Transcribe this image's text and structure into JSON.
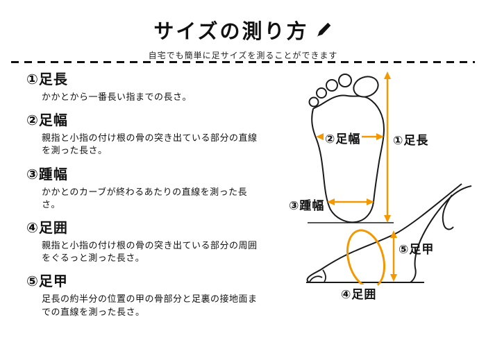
{
  "header": {
    "title": "サイズの測り方",
    "subtitle": "自宅でも簡単に足サイズを測ることができます",
    "icons": {
      "title_pencil": "pencil"
    }
  },
  "glossary": [
    {
      "heading": "①足長",
      "desc": "かかとから一番長い指までの長さ。"
    },
    {
      "heading": "②足幅",
      "desc": "親指と小指の付け根の骨の突き出ている部分の直線を測った長さ。"
    },
    {
      "heading": "③踵幅",
      "desc": "かかとのカーブが終わるあたりの直線を測った長さ。"
    },
    {
      "heading": "④足囲",
      "desc": "親指と小指の付け根の骨の突き出ている部分の周囲をぐるっと測った長さ。"
    },
    {
      "heading": "⑤足甲",
      "desc": "足長の約半分の位置の甲の骨部分と足裏の接地面までの直線を測った長さ。"
    }
  ],
  "diagram": {
    "labels": {
      "foot_length": "①足長",
      "foot_width": "②足幅",
      "heel_width": "③踵幅",
      "foot_girth": "④足囲",
      "instep_height": "⑤足甲"
    },
    "colors": {
      "arrow_orange": "#F39800",
      "outline_black": "#1a1a1a"
    }
  }
}
